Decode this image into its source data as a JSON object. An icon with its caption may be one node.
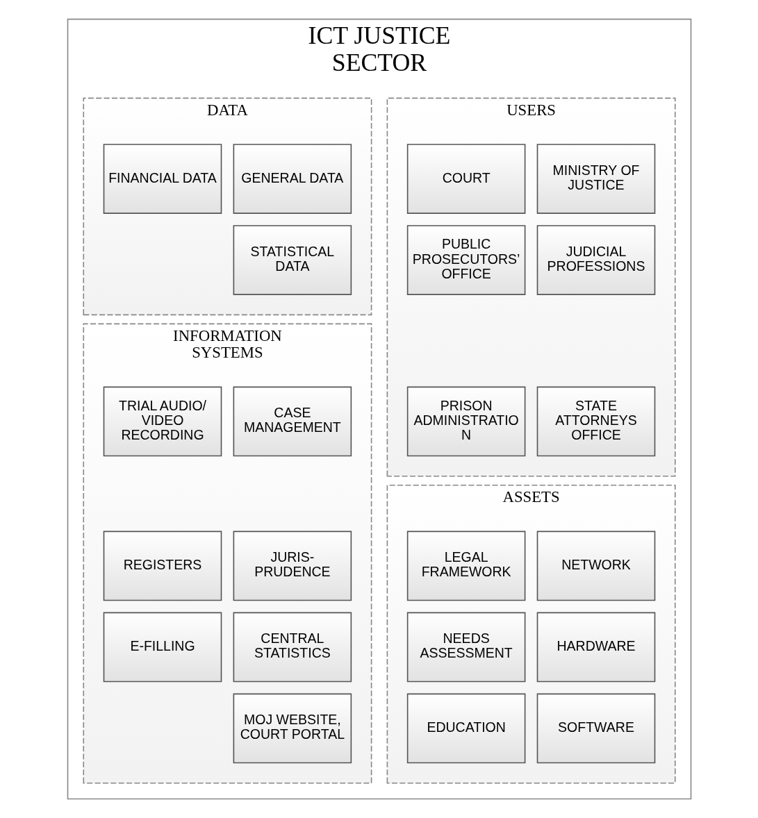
{
  "diagram": {
    "nodes": [
      {
        "text": [
          "ICT JUSTICE SECTOR"
        ]
      },
      {
        "text": [
          "USERS"
        ],
        "in": 0
      },
      {
        "text": [
          "MINISTRY OF JUSTICE"
        ],
        "in": 1
      },
      {
        "text": [
          "COURT"
        ],
        "in": 1
      },
      {
        "text": [
          "JUDICIAL PROFESSIONS"
        ],
        "in": 1
      },
      {
        "text": [
          "PUBLIC PROSECUTORS’ OFFICE"
        ],
        "in": 1
      },
      {
        "text": [
          "STATE ATTORNEYS OFFICE"
        ],
        "in": 1
      },
      {
        "text": [
          "PRISON ADMINISTRATIO N"
        ],
        "in": 1
      },
      {
        "text": [
          "DATA"
        ],
        "in": 0
      },
      {
        "text": [
          "GENERAL DATA"
        ],
        "in": 8
      },
      {
        "text": [
          "FINANCIAL DATA"
        ],
        "in": 8
      },
      {
        "text": [
          "STATISTICAL DATA"
        ],
        "in": 8
      },
      {
        "text": [
          "ASSETS"
        ],
        "in": 0
      },
      {
        "text": [
          "NETWORK"
        ],
        "in": 12
      },
      {
        "text": [
          "LEGAL FRAMEWORK"
        ],
        "in": 12
      },
      {
        "text": [
          "HARDWARE"
        ],
        "in": 12
      },
      {
        "text": [
          "NEEDS ASSESSMENT"
        ],
        "in": 12
      },
      {
        "text": [
          "SOFTWARE"
        ],
        "in": 12
      },
      {
        "text": [
          "EDUCATION"
        ],
        "in": 12
      },
      {
        "text": [
          "INFORMATION SYSTEMS"
        ],
        "in": 0
      },
      {
        "text": [
          "CASE MANAGEMENT"
        ],
        "in": 19
      },
      {
        "text": [
          "TRIAL AUDIO/ VIDEO RECORDING"
        ],
        "in": 19
      },
      {
        "text": [
          "JURIS- PRUDENCE"
        ],
        "in": 19
      },
      {
        "text": [
          "REGISTERS"
        ],
        "in": 19
      },
      {
        "text": [
          "CENTRAL STATISTICS"
        ],
        "in": 19
      },
      {
        "text": [
          "E-FILLING"
        ],
        "in": 19
      },
      {
        "text": [
          "MOJ WEBSITE, COURT PORTAL"
        ],
        "in": 19
      }
    ],
    "edges": []
  }
}
